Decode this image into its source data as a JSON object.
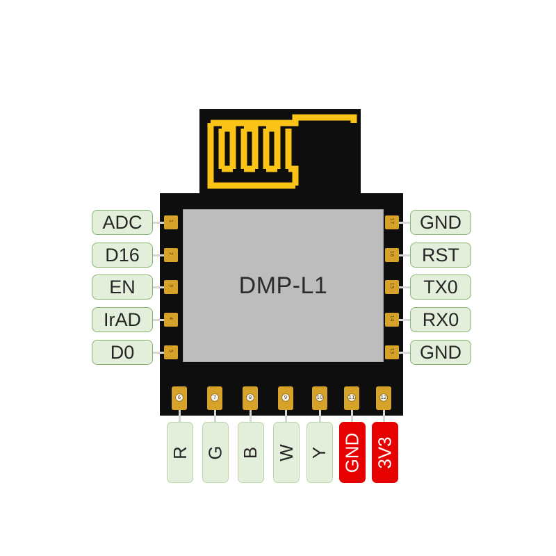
{
  "module": {
    "name": "DMP-L1"
  },
  "colors": {
    "pcb": "#0e0e0e",
    "antenna_gold": "#f9c318",
    "pad_gold": "#d7a22a",
    "shield": "#bdbdbd",
    "label_fill": "#e3efdb",
    "label_border": "#86b46f",
    "power_red": "#e60000"
  },
  "left_pins": [
    {
      "label": "ADC",
      "num": "1"
    },
    {
      "label": "D16",
      "num": "2"
    },
    {
      "label": "EN",
      "num": "3"
    },
    {
      "label": "IrAD",
      "num": "4"
    },
    {
      "label": "D0",
      "num": "5"
    }
  ],
  "right_pins": [
    {
      "label": "GND",
      "num": "17"
    },
    {
      "label": "RST",
      "num": "16"
    },
    {
      "label": "TX0",
      "num": "15"
    },
    {
      "label": "RX0",
      "num": "14"
    },
    {
      "label": "GND",
      "num": "13"
    }
  ],
  "bottom_pins": [
    {
      "label": "R",
      "num": "6",
      "power": false
    },
    {
      "label": "G",
      "num": "7",
      "power": false
    },
    {
      "label": "B",
      "num": "8",
      "power": false
    },
    {
      "label": "W",
      "num": "9",
      "power": false
    },
    {
      "label": "Y",
      "num": "10",
      "power": false
    },
    {
      "label": "GND",
      "num": "11",
      "power": true
    },
    {
      "label": "3V3",
      "num": "12",
      "power": true
    }
  ]
}
